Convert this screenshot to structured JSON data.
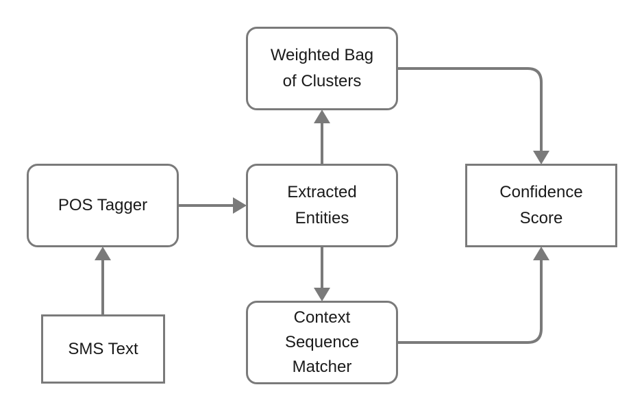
{
  "nodes": {
    "sms_text": "SMS Text",
    "pos_tagger": "POS Tagger",
    "extracted_entities": "Extracted\nEntities",
    "weighted_bag": "Weighted Bag\nof Clusters",
    "context_matcher": "Context\nSequence\nMatcher",
    "confidence_score": "Confidence\nScore"
  },
  "colors": {
    "stroke": "#7a7a7a",
    "text": "#1a1a1a",
    "background": "#ffffff"
  }
}
